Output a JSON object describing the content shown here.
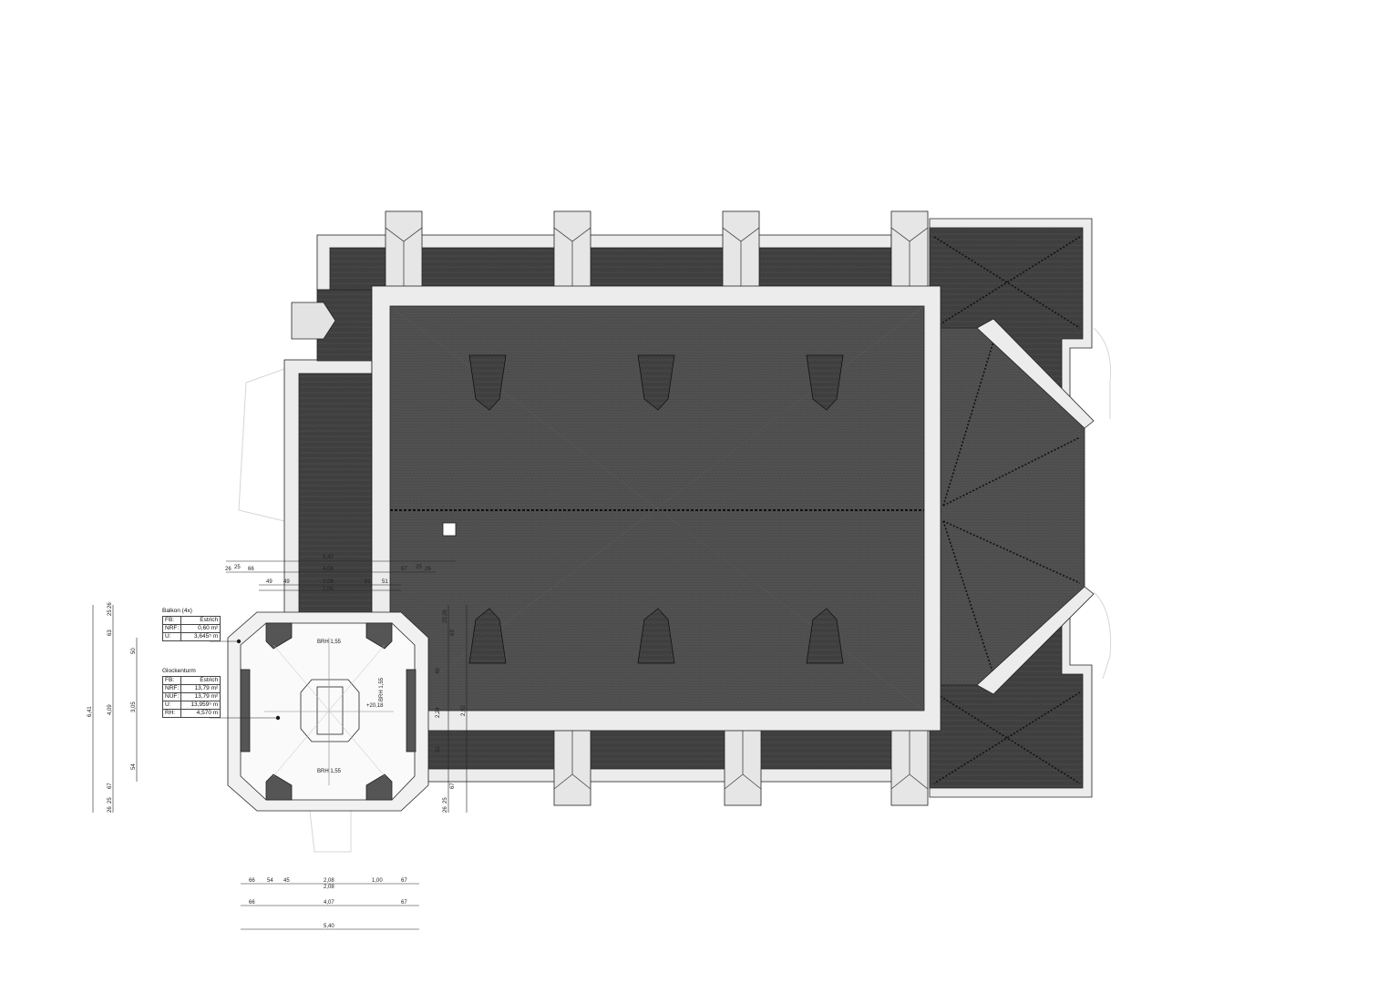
{
  "colors": {
    "roof": "#4c4c4c",
    "roof_dark": "#3f3f3f",
    "wall": "#ececec",
    "line": "#222222",
    "paper": "#ffffff"
  },
  "tables": {
    "balkon": {
      "title": "Balkon (4x)",
      "rows": [
        {
          "k": "FB:",
          "v": "Estrich"
        },
        {
          "k": "NRF:",
          "v": "0,60 m²"
        },
        {
          "k": "U:",
          "v": "3,645⁵ m"
        }
      ]
    },
    "glockenturm": {
      "title": "Glockenturm",
      "rows": [
        {
          "k": "FB:",
          "v": "Estrich"
        },
        {
          "k": "NRF:",
          "v": "13,79 m²"
        },
        {
          "k": "NUF:",
          "v": "13,79 m²"
        },
        {
          "k": "U:",
          "v": "13,959⁵ m"
        },
        {
          "k": "RH:",
          "v": "4,570 m"
        }
      ]
    }
  },
  "dims": {
    "top_row1": "6,43",
    "top_row2": [
      "26",
      "25",
      "66",
      "4,06",
      "67",
      "25",
      "26"
    ],
    "top_row3": [
      "49",
      "49",
      "2,08",
      "51",
      "51"
    ],
    "top_row3b": "2,06",
    "left_total": "6,41",
    "left_mid": [
      "25",
      "26",
      "63",
      "4,09",
      "67",
      "25",
      "26"
    ],
    "left_inner": [
      "50",
      "3,05",
      "54"
    ],
    "right_col": [
      "25",
      "26",
      "63",
      "2,24",
      "49",
      "2,92",
      "51",
      "67",
      "25",
      "26"
    ],
    "bottom_row1": [
      "66",
      "54",
      "45",
      "2,08",
      "1,00",
      "67"
    ],
    "bottom_row1b": "2,08",
    "bottom_row2": [
      "66",
      "4,07",
      "67"
    ],
    "bottom_row3": "5,40",
    "tower_labels": [
      "BRH 1,55",
      "BRH 1,55",
      "BRH 1,55",
      "+20,18"
    ]
  }
}
